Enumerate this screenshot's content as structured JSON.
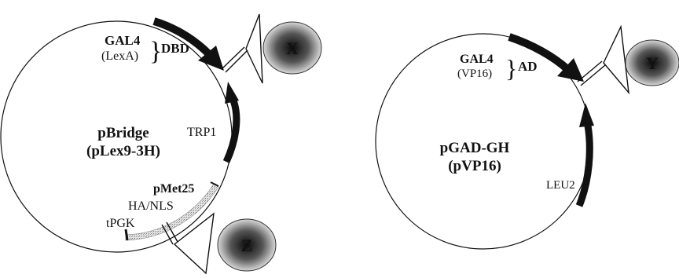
{
  "plasmid_left": {
    "name_line1": "pBridge",
    "name_line2": "(pLex9-3H)",
    "domain_line1": "GAL4",
    "domain_line2": "(LexA)",
    "domain_type": "DBD",
    "marker": "TRP1",
    "promoter": "pMet25",
    "tag": "HA/NLS",
    "terminator": "tPGK",
    "insert_1": "X",
    "insert_2": "Z"
  },
  "plasmid_right": {
    "name_line1": "pGAD-GH",
    "name_line2": "(pVP16)",
    "domain_line1": "GAL4",
    "domain_line2": "(VP16)",
    "domain_type": "AD",
    "marker": "LEU2",
    "insert_1": "Y"
  },
  "colors": {
    "line": "#111111",
    "arrow": "#111111",
    "stipple": "#9a9a9a"
  }
}
